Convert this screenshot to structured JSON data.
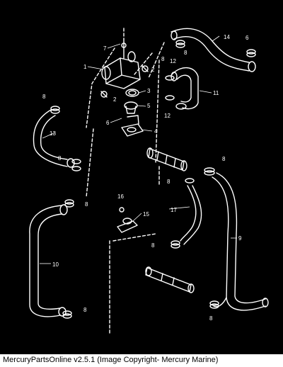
{
  "colors": {
    "background": "#000000",
    "line": "#ffffff",
    "caption_bg": "#ffffff",
    "caption_text": "#000000"
  },
  "diagram": {
    "callouts": {
      "c1": "1",
      "c2a": "2",
      "c2b": "2",
      "c3": "3",
      "c4": "4",
      "c5": "5",
      "c6a": "6",
      "c6b": "6",
      "c7": "7",
      "c8_a": "8",
      "c8_b": "8",
      "c8_c": "8",
      "c8_d": "8",
      "c8_e": "8",
      "c8_f": "8",
      "c8_g": "8",
      "c8_h": "8",
      "c8_i": "8",
      "c8_j": "8",
      "c9": "9",
      "c10": "10",
      "c11": "11",
      "c12a": "12",
      "c12b": "12",
      "c13": "13",
      "c14": "14",
      "c15": "15",
      "c16": "16",
      "c17": "17"
    }
  },
  "footer": {
    "caption": "MercuryPartsOnline v2.5.1 (Image Copyright- Mercury Marine)"
  }
}
